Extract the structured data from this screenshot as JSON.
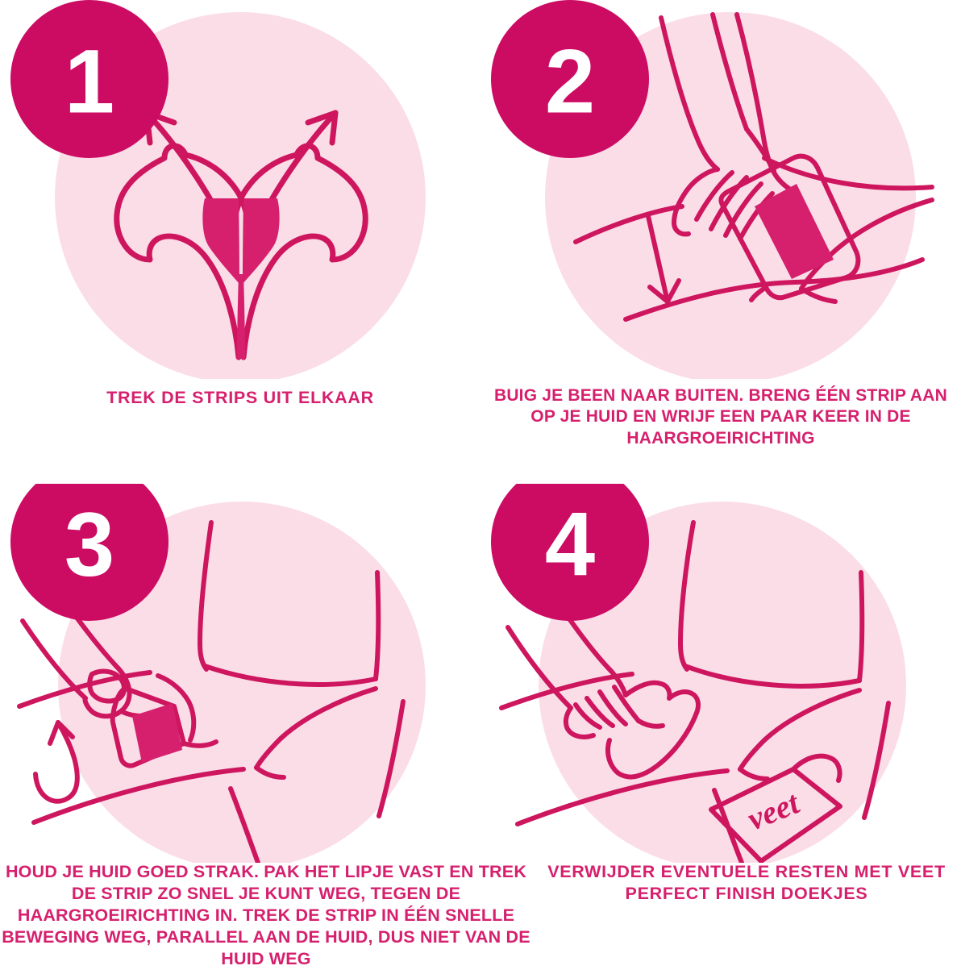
{
  "colors": {
    "brand_deep": "#CC0B63",
    "brand_text": "#D6206E",
    "line": "#CE165F",
    "circle_bg": "#FBDDE8",
    "page_bg": "#FFFFFF",
    "badge_text": "#FFFFFF"
  },
  "steps": [
    {
      "number": "1",
      "caption": "TREK DE STRIPS UIT ELKAAR",
      "illustration": "two-wax-strips-pulled-apart-with-outward-arrows"
    },
    {
      "number": "2",
      "caption": "BUIG JE BEEN NAAR BUITEN. BRENG ÉÉN STRIP AAN OP JE HUID EN WRIJF EEN PAAR KEER IN DE HAARGROEIRICHTING",
      "illustration": "hand-pressing-strip-on-bikini-line-with-downward-arrow"
    },
    {
      "number": "3",
      "caption": "HOUD JE HUID GOED STRAK. PAK HET LIPJE VAST EN TREK DE STRIP ZO SNEL JE KUNT WEG, TEGEN DE HAARGROEIRICHTING IN. TREK DE STRIP IN ÉÉN SNELLE BEWEGING WEG, PARALLEL AAN DE HUID, DUS NIET VAN DE HUID WEG",
      "illustration": "hand-pulling-strip-off-with-upward-curved-arrow"
    },
    {
      "number": "4",
      "caption": "VERWIJDER EVENTUELE RESTEN MET VEET PERFECT FINISH DOEKJES",
      "illustration": "hand-wiping-skin-with-veet-perfect-finish-wipe"
    }
  ],
  "brand": {
    "wipe_pack_label": "veet"
  }
}
